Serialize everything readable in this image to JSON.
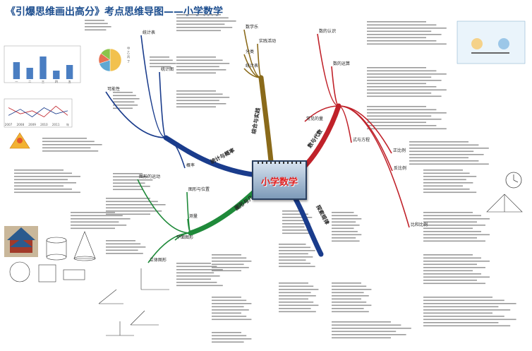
{
  "title": "《引爆思维画出高分》考点思维导图——小学数学",
  "center": {
    "label": "小学数学"
  },
  "branches": [
    {
      "id": "tongji",
      "label": "统计与概率",
      "color": "#1a3c8c"
    },
    {
      "id": "shuyudaishu",
      "label": "数与代数",
      "color": "#c0222a"
    },
    {
      "id": "tuxing",
      "label": "图形与几何",
      "color": "#1f8a3a"
    },
    {
      "id": "tansuo",
      "label": "探索规律",
      "color": "#1a3c8c"
    },
    {
      "id": "zonghe",
      "label": "综合与实践",
      "color": "#8a6a1a"
    }
  ],
  "sub_labels": {
    "tongji": [
      "统计表",
      "统计图",
      "可能性",
      "概率"
    ],
    "shuyudaishu": [
      "数的认识",
      "数的运算",
      "常见的量",
      "式与方程",
      "正比例",
      "反比例",
      "比和比例"
    ],
    "tuxing": [
      "图形的运动",
      "平面图形",
      "立体图形",
      "测量",
      "图形与位置"
    ],
    "zonghe": [
      "实践活动",
      "数学乐",
      "分类",
      "统计表"
    ]
  },
  "chart_data": [
    {
      "type": "bar",
      "categories": [
        "一",
        "二",
        "三",
        "四",
        "五"
      ],
      "values": [
        12,
        8,
        16,
        6,
        10
      ],
      "ylim": [
        0,
        20
      ]
    },
    {
      "type": "pie",
      "labels": [
        "甲",
        "乙",
        "丙",
        "丁"
      ],
      "values": [
        50,
        20,
        15,
        15
      ]
    },
    {
      "type": "line",
      "x": [
        "2007",
        "2008",
        "2009",
        "2010",
        "2011",
        "年"
      ],
      "series": [
        {
          "values": [
            9,
            5,
            7,
            3,
            10,
            4
          ]
        },
        {
          "values": [
            4,
            8,
            3,
            9,
            5,
            7
          ]
        }
      ]
    }
  ]
}
